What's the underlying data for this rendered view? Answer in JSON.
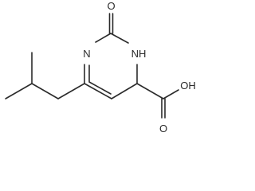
{
  "molecule": {
    "atoms": {
      "carbonyl_oxygen": "O",
      "ring_nitrogen_left": "N",
      "ring_nitrogen_right": "NH",
      "hydroxyl": "OH",
      "acid_oxygen": "O"
    }
  }
}
